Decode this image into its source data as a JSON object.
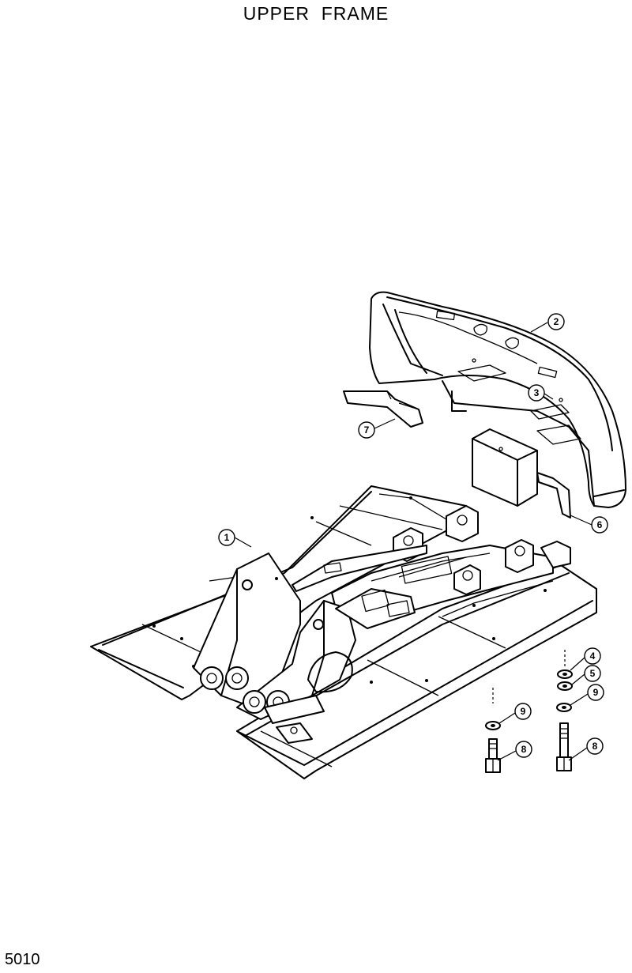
{
  "title": "UPPER  FRAME",
  "page_number": "5010",
  "callouts": {
    "c1": "1",
    "c2": "2",
    "c3": "3",
    "c4": "4",
    "c5": "5",
    "c6": "6",
    "c7": "7",
    "c8a": "8",
    "c8b": "8",
    "c9a": "9",
    "c9b": "9"
  }
}
